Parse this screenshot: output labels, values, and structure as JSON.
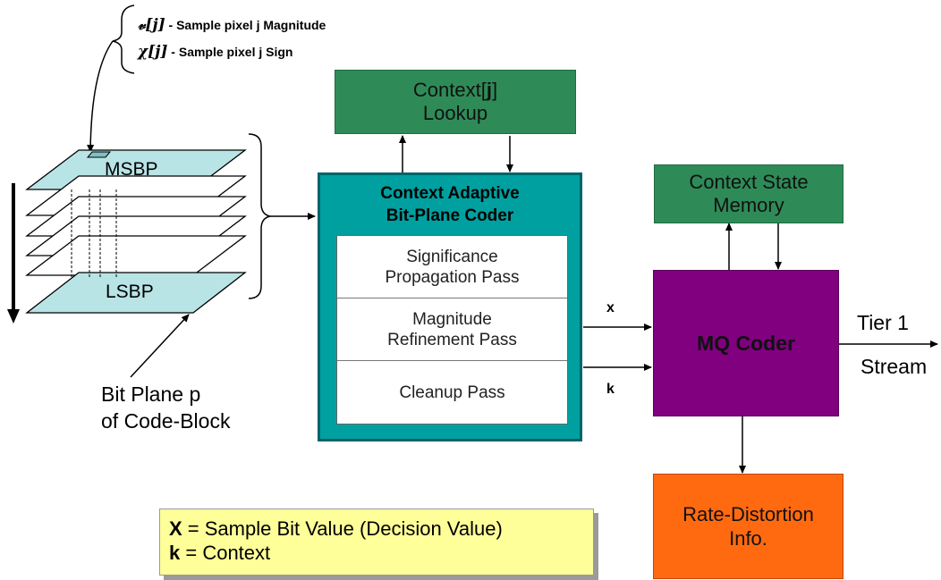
{
  "notes": {
    "v_symbol": "𝓋[j]",
    "v_text": " - Sample pixel j Magnitude",
    "chi_symbol": "χ[j]",
    "chi_text": " - Sample pixel j Sign"
  },
  "bitplanes": {
    "top_label": "MSBP",
    "bottom_label": "LSBP",
    "caption_line1": "Bit Plane p",
    "caption_line2": "of Code-Block"
  },
  "context_lookup": {
    "line1_prefix": "Context[",
    "line1_var": "j",
    "line1_suffix": "]",
    "line2": "Lookup"
  },
  "coder": {
    "title_line1": "Context Adaptive",
    "title_line2": "Bit-Plane Coder",
    "passes": [
      {
        "line1": "Significance",
        "line2": "Propagation Pass"
      },
      {
        "line1": "Magnitude",
        "line2": "Refinement Pass"
      },
      {
        "line1": "Cleanup Pass",
        "line2": ""
      }
    ]
  },
  "context_state": {
    "line1": "Context State",
    "line2": "Memory"
  },
  "mq_coder": {
    "label": "MQ Coder"
  },
  "rate_distortion": {
    "line1": "Rate-Distortion",
    "line2": "Info."
  },
  "signals": {
    "x": "x",
    "k": "k"
  },
  "output": {
    "line1": "Tier 1",
    "line2": "Stream"
  },
  "legend": {
    "line1_key": "X",
    "line1_text": " = Sample Bit Value (Decision Value)",
    "line2_key": "k",
    "line2_text": " = Context"
  },
  "colors": {
    "green": "#2e8b57",
    "teal": "#00a0a0",
    "purple": "#800080",
    "orange": "#ff6a10",
    "plane_fill": "#b9e4e6",
    "legend_fill": "#ffff99"
  }
}
